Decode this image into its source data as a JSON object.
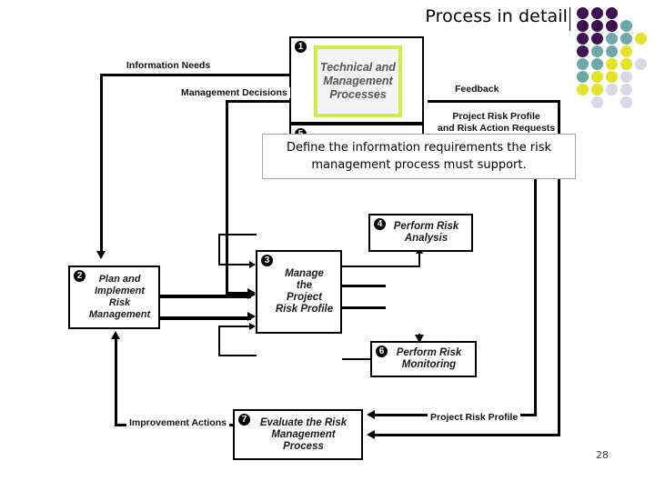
{
  "slide": {
    "title": "Process in detail",
    "page_number": "28"
  },
  "callout": {
    "text": "Define the information requirements the risk management process must support."
  },
  "decor": {
    "name": "dot-grid",
    "colors": {
      "purple": "#3d1152",
      "teal": "#6fa8a8",
      "yellow": "#e2e32a",
      "light": "#d8d9e4"
    },
    "rows": [
      [
        "purple",
        "purple",
        "purple",
        "",
        "",
        ""
      ],
      [
        "purple",
        "purple",
        "purple",
        "teal",
        "",
        ""
      ],
      [
        "purple",
        "purple",
        "teal",
        "teal",
        "yellow",
        ""
      ],
      [
        "purple",
        "teal",
        "teal",
        "yellow",
        "",
        ""
      ],
      [
        "teal",
        "teal",
        "yellow",
        "yellow",
        "light",
        ""
      ],
      [
        "teal",
        "yellow",
        "yellow",
        "light",
        "",
        ""
      ],
      [
        "yellow",
        "yellow",
        "light",
        "light",
        "",
        ""
      ],
      [
        "",
        "light",
        "",
        "light",
        "",
        ""
      ]
    ]
  },
  "diagram": {
    "title": "Risk management process diagram",
    "nodes": [
      {
        "id": "1",
        "badge": "❶",
        "label": "Technical and Management Processes",
        "highlighted": true
      },
      {
        "id": "5",
        "badge": "❺",
        "label": ""
      },
      {
        "id": "4",
        "badge": "❷",
        "label": "Perform Risk Analysis"
      },
      {
        "id": "2",
        "badge": "❷",
        "label": "Plan and Implement Risk Management"
      },
      {
        "id": "3",
        "badge": "❸",
        "label": "Manage the Project Risk Profile"
      },
      {
        "id": "6",
        "badge": "❹",
        "label": "Perform Risk Monitoring"
      },
      {
        "id": "7",
        "badge": "❼",
        "label": "Evaluate the Risk Management Process"
      }
    ],
    "node_labels": {
      "n1": "Technical and Management Processes",
      "n4_line1": "Perform Risk",
      "n4_line2": "Analysis",
      "n2_line1": "Plan and",
      "n2_line2": "Implement",
      "n2_line3": "Risk",
      "n2_line4": "Management",
      "n3_line1": "Manage",
      "n3_line2": "the",
      "n3_line3": "Project",
      "n3_line4": "Risk Profile",
      "n6_line1": "Perform Risk",
      "n6_line2": "Monitoring",
      "n7_line1": "Evaluate the Risk",
      "n7_line2": "Management",
      "n7_line3": "Process"
    },
    "badges": {
      "b1": "1",
      "b2": "2",
      "b3": "3",
      "b4": "4",
      "b6": "6",
      "b7": "7"
    },
    "edge_labels": {
      "information_needs": "Information Needs",
      "management_decisions": "Management Decisions",
      "feedback": "Feedback",
      "project_risk_profile_and_requests_line1": "Project Risk Profile",
      "project_risk_profile_and_requests_line2": "and Risk Action Requests",
      "improvement_actions": "Improvement Actions",
      "project_risk_profile": "Project Risk Profile"
    }
  }
}
